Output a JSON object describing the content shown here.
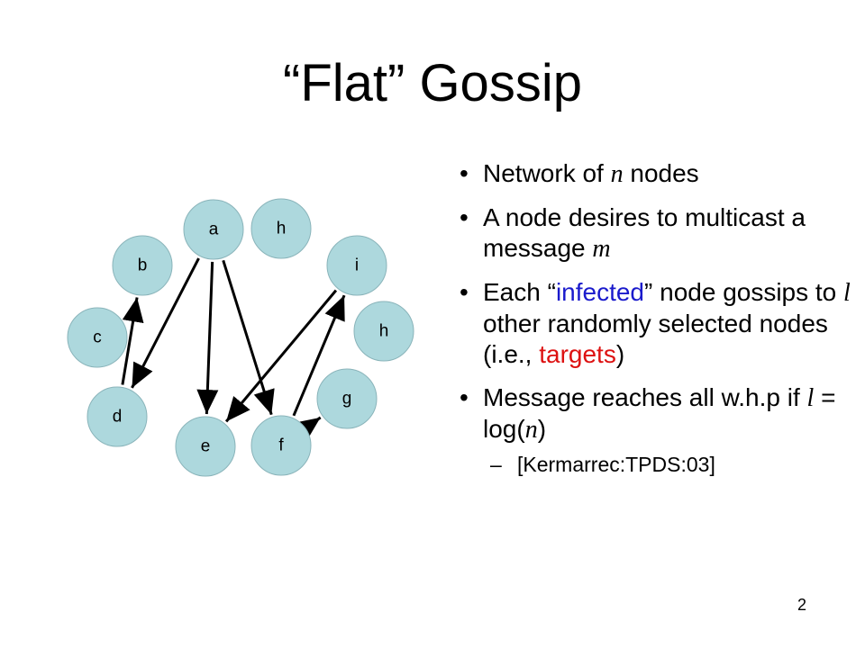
{
  "title": "“Flat” Gossip",
  "page_number": "2",
  "colors": {
    "node_fill": "#add8dd",
    "node_stroke": "#8ab4ba",
    "highlight_blue": "#1a1acc",
    "highlight_red": "#dd1111",
    "arrow": "#000000"
  },
  "diagram": {
    "nodes": [
      {
        "id": "a",
        "label": "a"
      },
      {
        "id": "h1",
        "label": "h"
      },
      {
        "id": "b",
        "label": "b"
      },
      {
        "id": "i",
        "label": "i"
      },
      {
        "id": "c",
        "label": "c"
      },
      {
        "id": "h2",
        "label": "h"
      },
      {
        "id": "d",
        "label": "d"
      },
      {
        "id": "g",
        "label": "g"
      },
      {
        "id": "e",
        "label": "e"
      },
      {
        "id": "f",
        "label": "f"
      }
    ],
    "edges": [
      {
        "from": "a",
        "to": "d"
      },
      {
        "from": "a",
        "to": "e"
      },
      {
        "from": "a",
        "to": "f"
      },
      {
        "from": "d",
        "to": "b"
      },
      {
        "from": "f",
        "to": "i"
      },
      {
        "from": "i",
        "to": "e"
      },
      {
        "from": "f",
        "to": "g"
      }
    ]
  },
  "bullets": {
    "b1": {
      "t1": "Network of ",
      "m1": "n",
      "t2": " nodes"
    },
    "b2": {
      "t1": "A node desires to multicast a message ",
      "m1": "m"
    },
    "b3": {
      "t1": "Each “",
      "t2": "infected",
      "t3": "” node gossips to ",
      "m1": "l",
      "t4": " other randomly selected nodes (i.e., ",
      "t5": "targets",
      "t6": ")"
    },
    "b4": {
      "t1": "Message reaches all w.h.p if ",
      "m1": "l",
      "t2": " = log(",
      "m2": "n",
      "t3": ")"
    },
    "sub1": "[Kermarrec:TPDS:03]"
  }
}
